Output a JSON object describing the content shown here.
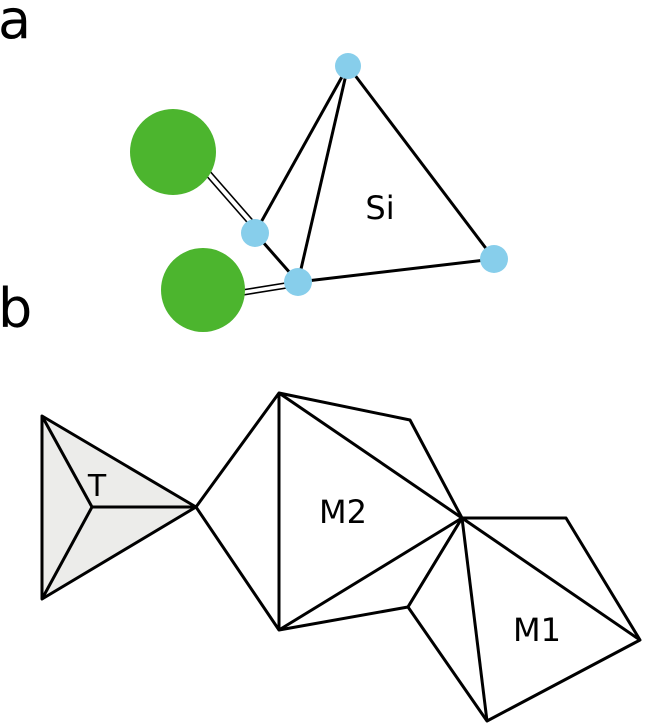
{
  "panels": {
    "a": {
      "letter": "a",
      "tetrahedron_label": "Si",
      "colors": {
        "oxygen_atom": "#87ceeb",
        "cation_atom": "#4cb52e",
        "edge": "#000000"
      }
    },
    "b": {
      "letter": "b",
      "polyhedra": [
        {
          "label": "T",
          "fill": "#ececea"
        },
        {
          "label": "M2",
          "fill": "#ffffff"
        },
        {
          "label": "M1",
          "fill": "#ffffff"
        }
      ]
    }
  }
}
